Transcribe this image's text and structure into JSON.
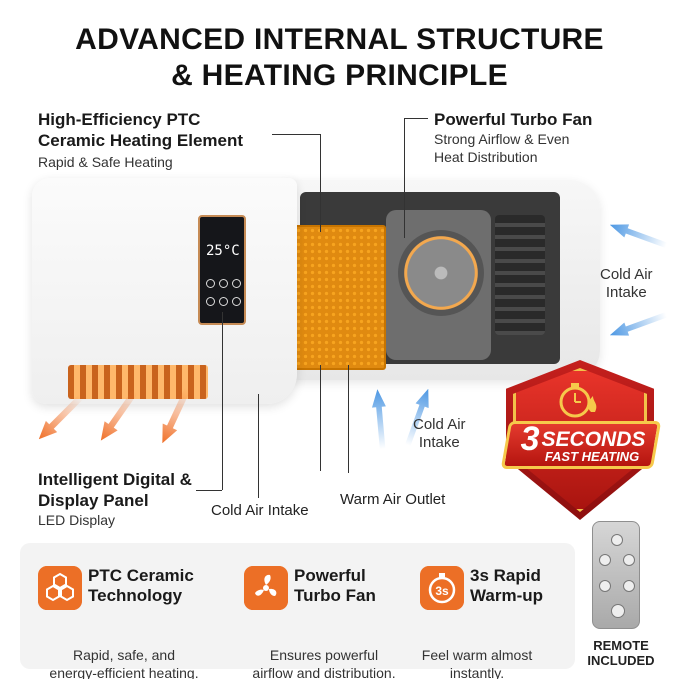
{
  "title": {
    "line1": "ADVANCED INTERNAL STRUCTURE",
    "line2": "& HEATING PRINCIPLE"
  },
  "callouts": {
    "ptc": {
      "title1": "High-Efficiency PTC",
      "title2": "Ceramic Heating Element",
      "sub": "Rapid & Safe Heating"
    },
    "fan": {
      "title": "Powerful Turbo Fan",
      "sub1": "Strong Airflow & Even",
      "sub2": "Heat Distribution"
    },
    "intake_right": {
      "line1": "Cold Air",
      "line2": "Intake"
    },
    "intake_middle": {
      "line1": "Cold Air",
      "line2": "Intake"
    },
    "display": {
      "title1": "Intelligent Digital &",
      "title2": "Display Panel",
      "sub": "LED Display"
    },
    "intake_bottom": "Cold Air Intake",
    "outlet": "Warm Air Outlet"
  },
  "display_panel": {
    "temperature": "25°C"
  },
  "badge": {
    "number": "3",
    "word": "SECONDS",
    "tagline": "FAST HEATING"
  },
  "features": [
    {
      "icon": "honeycomb-icon",
      "title1": "PTC Ceramic",
      "title2": "Technology",
      "desc1": "Rapid, safe, and",
      "desc2": "energy-efficient heating."
    },
    {
      "icon": "fan-icon",
      "title1": "Powerful",
      "title2": "Turbo Fan",
      "desc1": "Ensures powerful",
      "desc2": "airflow and distribution."
    },
    {
      "icon": "timer-3s-icon",
      "title1": "3s Rapid",
      "title2": "Warm-up",
      "desc1": "Feel warm almost",
      "desc2": "instantly.",
      "icon_text": "3s"
    }
  ],
  "remote": {
    "line1": "REMOTE",
    "line2": "INCLUDED"
  },
  "colors": {
    "accent_orange": "#f0782a",
    "badge_red": "#c5201d",
    "badge_gold": "#f2c24a",
    "airflow_blue": "#4c97e3"
  }
}
